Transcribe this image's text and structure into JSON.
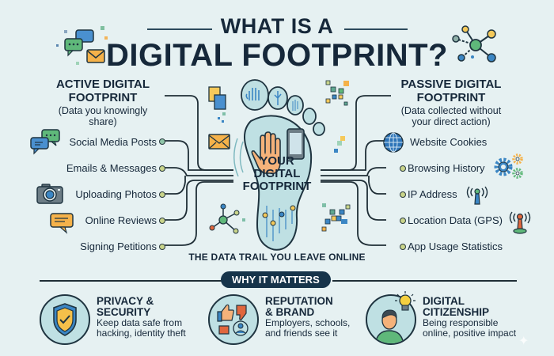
{
  "header": {
    "title_line1": "WHAT IS A",
    "title_line2": "DIGITAL FOOTPRINT?"
  },
  "active": {
    "heading_line1": "ACTIVE DIGITAL",
    "heading_line2": "FOOTPRINT",
    "subtitle": "(Data you knowingly share)",
    "items": [
      {
        "label": "Social Media Posts",
        "icon": "chat-bubbles-icon"
      },
      {
        "label": "Emails & Messages",
        "icon": ""
      },
      {
        "label": "Uploading Photos",
        "icon": "camera-icon"
      },
      {
        "label": "Online Reviews",
        "icon": "review-bubble-icon"
      },
      {
        "label": "Signing Petitions",
        "icon": ""
      }
    ]
  },
  "passive": {
    "heading_line1": "PASSIVE DIGITAL",
    "heading_line2": "FOOTPRINT",
    "subtitle_line1": "(Data collected without",
    "subtitle_line2": "your direct action)",
    "items": [
      {
        "label": "Website Cookies",
        "icon": "globe-icon"
      },
      {
        "label": "Browsing History",
        "icon": "gears-icon"
      },
      {
        "label": "IP Address",
        "icon": "antenna-icon"
      },
      {
        "label": "Location Data (GPS)",
        "icon": "gps-beacon-icon"
      },
      {
        "label": "App Usage Statistics",
        "icon": ""
      }
    ]
  },
  "center": {
    "label_line1": "YOUR",
    "label_line2": "DIGITAL",
    "label_line3": "FOOTPRINT",
    "trail": "THE DATA TRAIL YOU LEAVE ONLINE"
  },
  "why": {
    "pill": "WHY IT MATTERS",
    "cards": [
      {
        "title_line1": "PRIVACY &",
        "title_line2": "SECURITY",
        "text_line1": "Keep data safe from",
        "text_line2": "hacking, identity theft",
        "icon": "shield-check-icon"
      },
      {
        "title_line1": "REPUTATION",
        "title_line2": "& BRAND",
        "text_line1": "Employers, schools,",
        "text_line2": "and friends see it",
        "icon": "thumbs-reputation-icon"
      },
      {
        "title_line1": "DIGITAL",
        "title_line2": "CITIZENSHIP",
        "text_line1": "Being responsible",
        "text_line2": "online, positive impact",
        "icon": "person-lightbulb-icon"
      }
    ]
  },
  "colors": {
    "background": "#e6f1f2",
    "navy": "#16283a",
    "pill": "#16344a",
    "teal_light": "#bfe0e3",
    "orange": "#f5b24a",
    "blue": "#3b86c4",
    "green": "#5fb87a"
  }
}
